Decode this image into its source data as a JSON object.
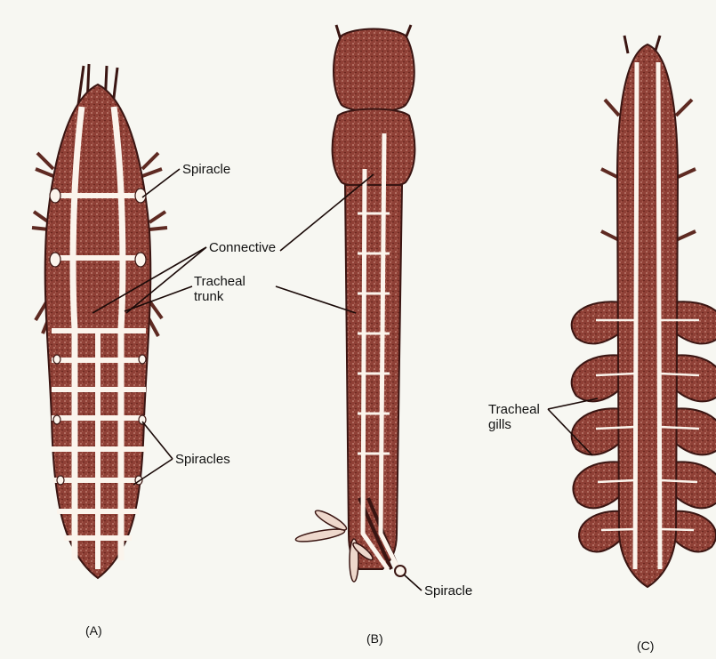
{
  "figure": {
    "labels": {
      "spiracle_top": "Spiracle",
      "connective": "Connective",
      "tracheal_trunk": "Tracheal trunk",
      "spiracles": "Spiracles",
      "spiracle_b": "Spiracle",
      "tracheal_gills": "Tracheal gills"
    },
    "panels": {
      "a": "(A)",
      "b": "(B)",
      "c": "(C)"
    },
    "colors": {
      "body": "#8a3b32",
      "trachea": "#fbf4ec",
      "outline": "#3a1512",
      "paper": "#f7f7f2"
    }
  }
}
